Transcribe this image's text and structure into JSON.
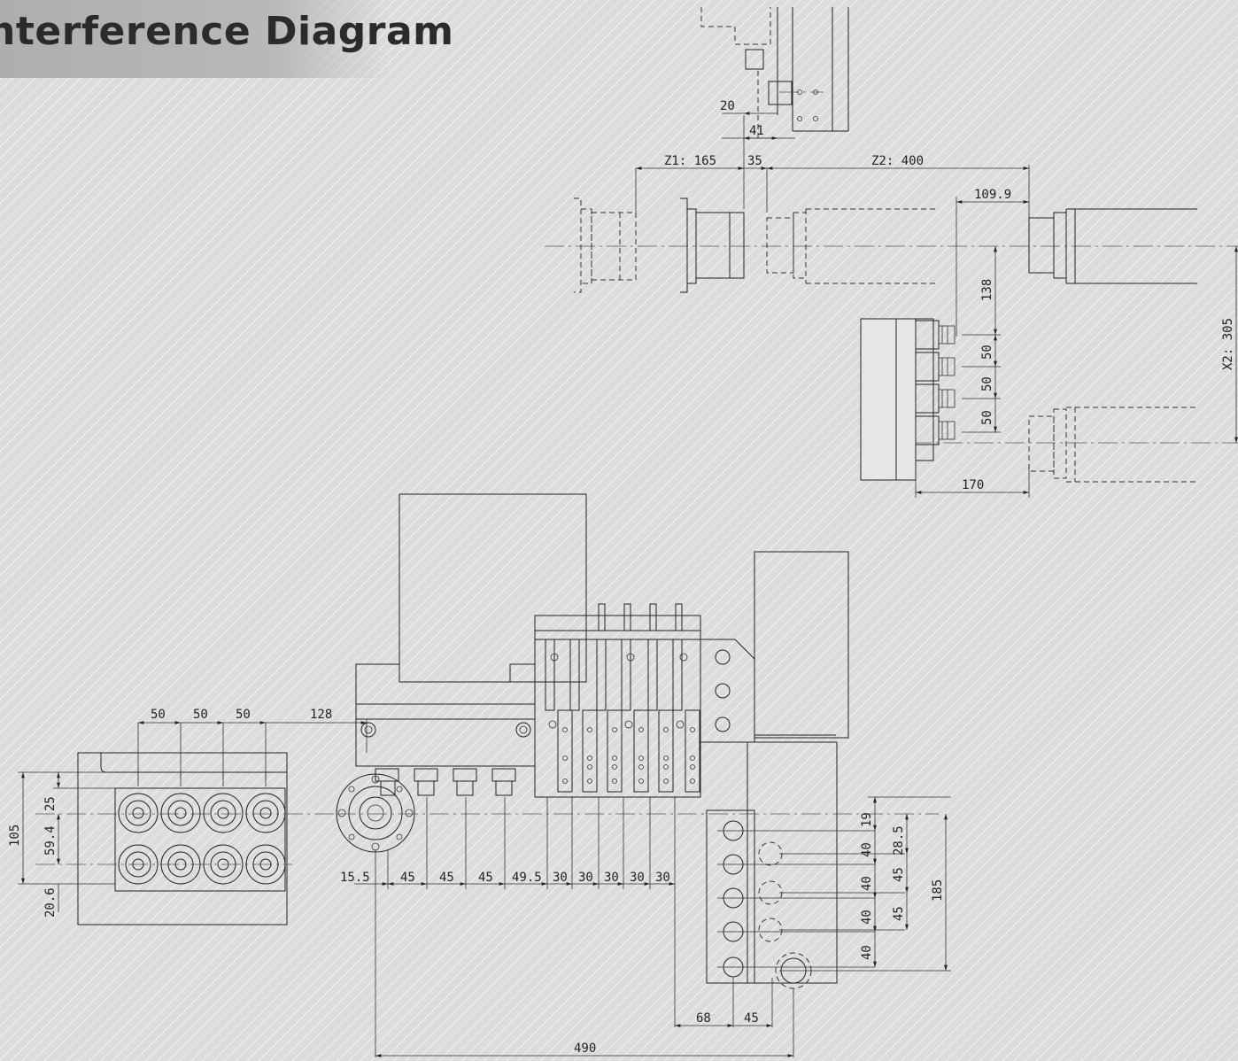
{
  "title": "nterference Diagram",
  "dimensions_top": {
    "d20": "20",
    "d41": "41",
    "z1": "Z1: 165",
    "d35": "35",
    "z2": "Z2: 400",
    "d109_9": "109.9",
    "d138": "138",
    "d50a": "50",
    "d50b": "50",
    "d50c": "50",
    "x2": "X2: 305",
    "d170": "170"
  },
  "dimensions_left": {
    "d50a": "50",
    "d50b": "50",
    "d50c": "50",
    "d128": "128",
    "d105": "105",
    "d25": "25",
    "d59_4": "59.4",
    "d20_6": "20.6"
  },
  "dimensions_bottom": {
    "d15_5": "15.5",
    "d45a": "45",
    "d45b": "45",
    "d45c": "45",
    "d49_5": "49.5",
    "d30a": "30",
    "d30b": "30",
    "d30c": "30",
    "d30d": "30",
    "d30e": "30",
    "d68": "68",
    "d45d": "45",
    "d490": "490"
  },
  "dimensions_right": {
    "d19": "19",
    "d40a": "40",
    "d40b": "40",
    "d40c": "40",
    "d40d": "40",
    "d28_5": "28.5",
    "d45a": "45",
    "d45b": "45",
    "d185": "185"
  }
}
